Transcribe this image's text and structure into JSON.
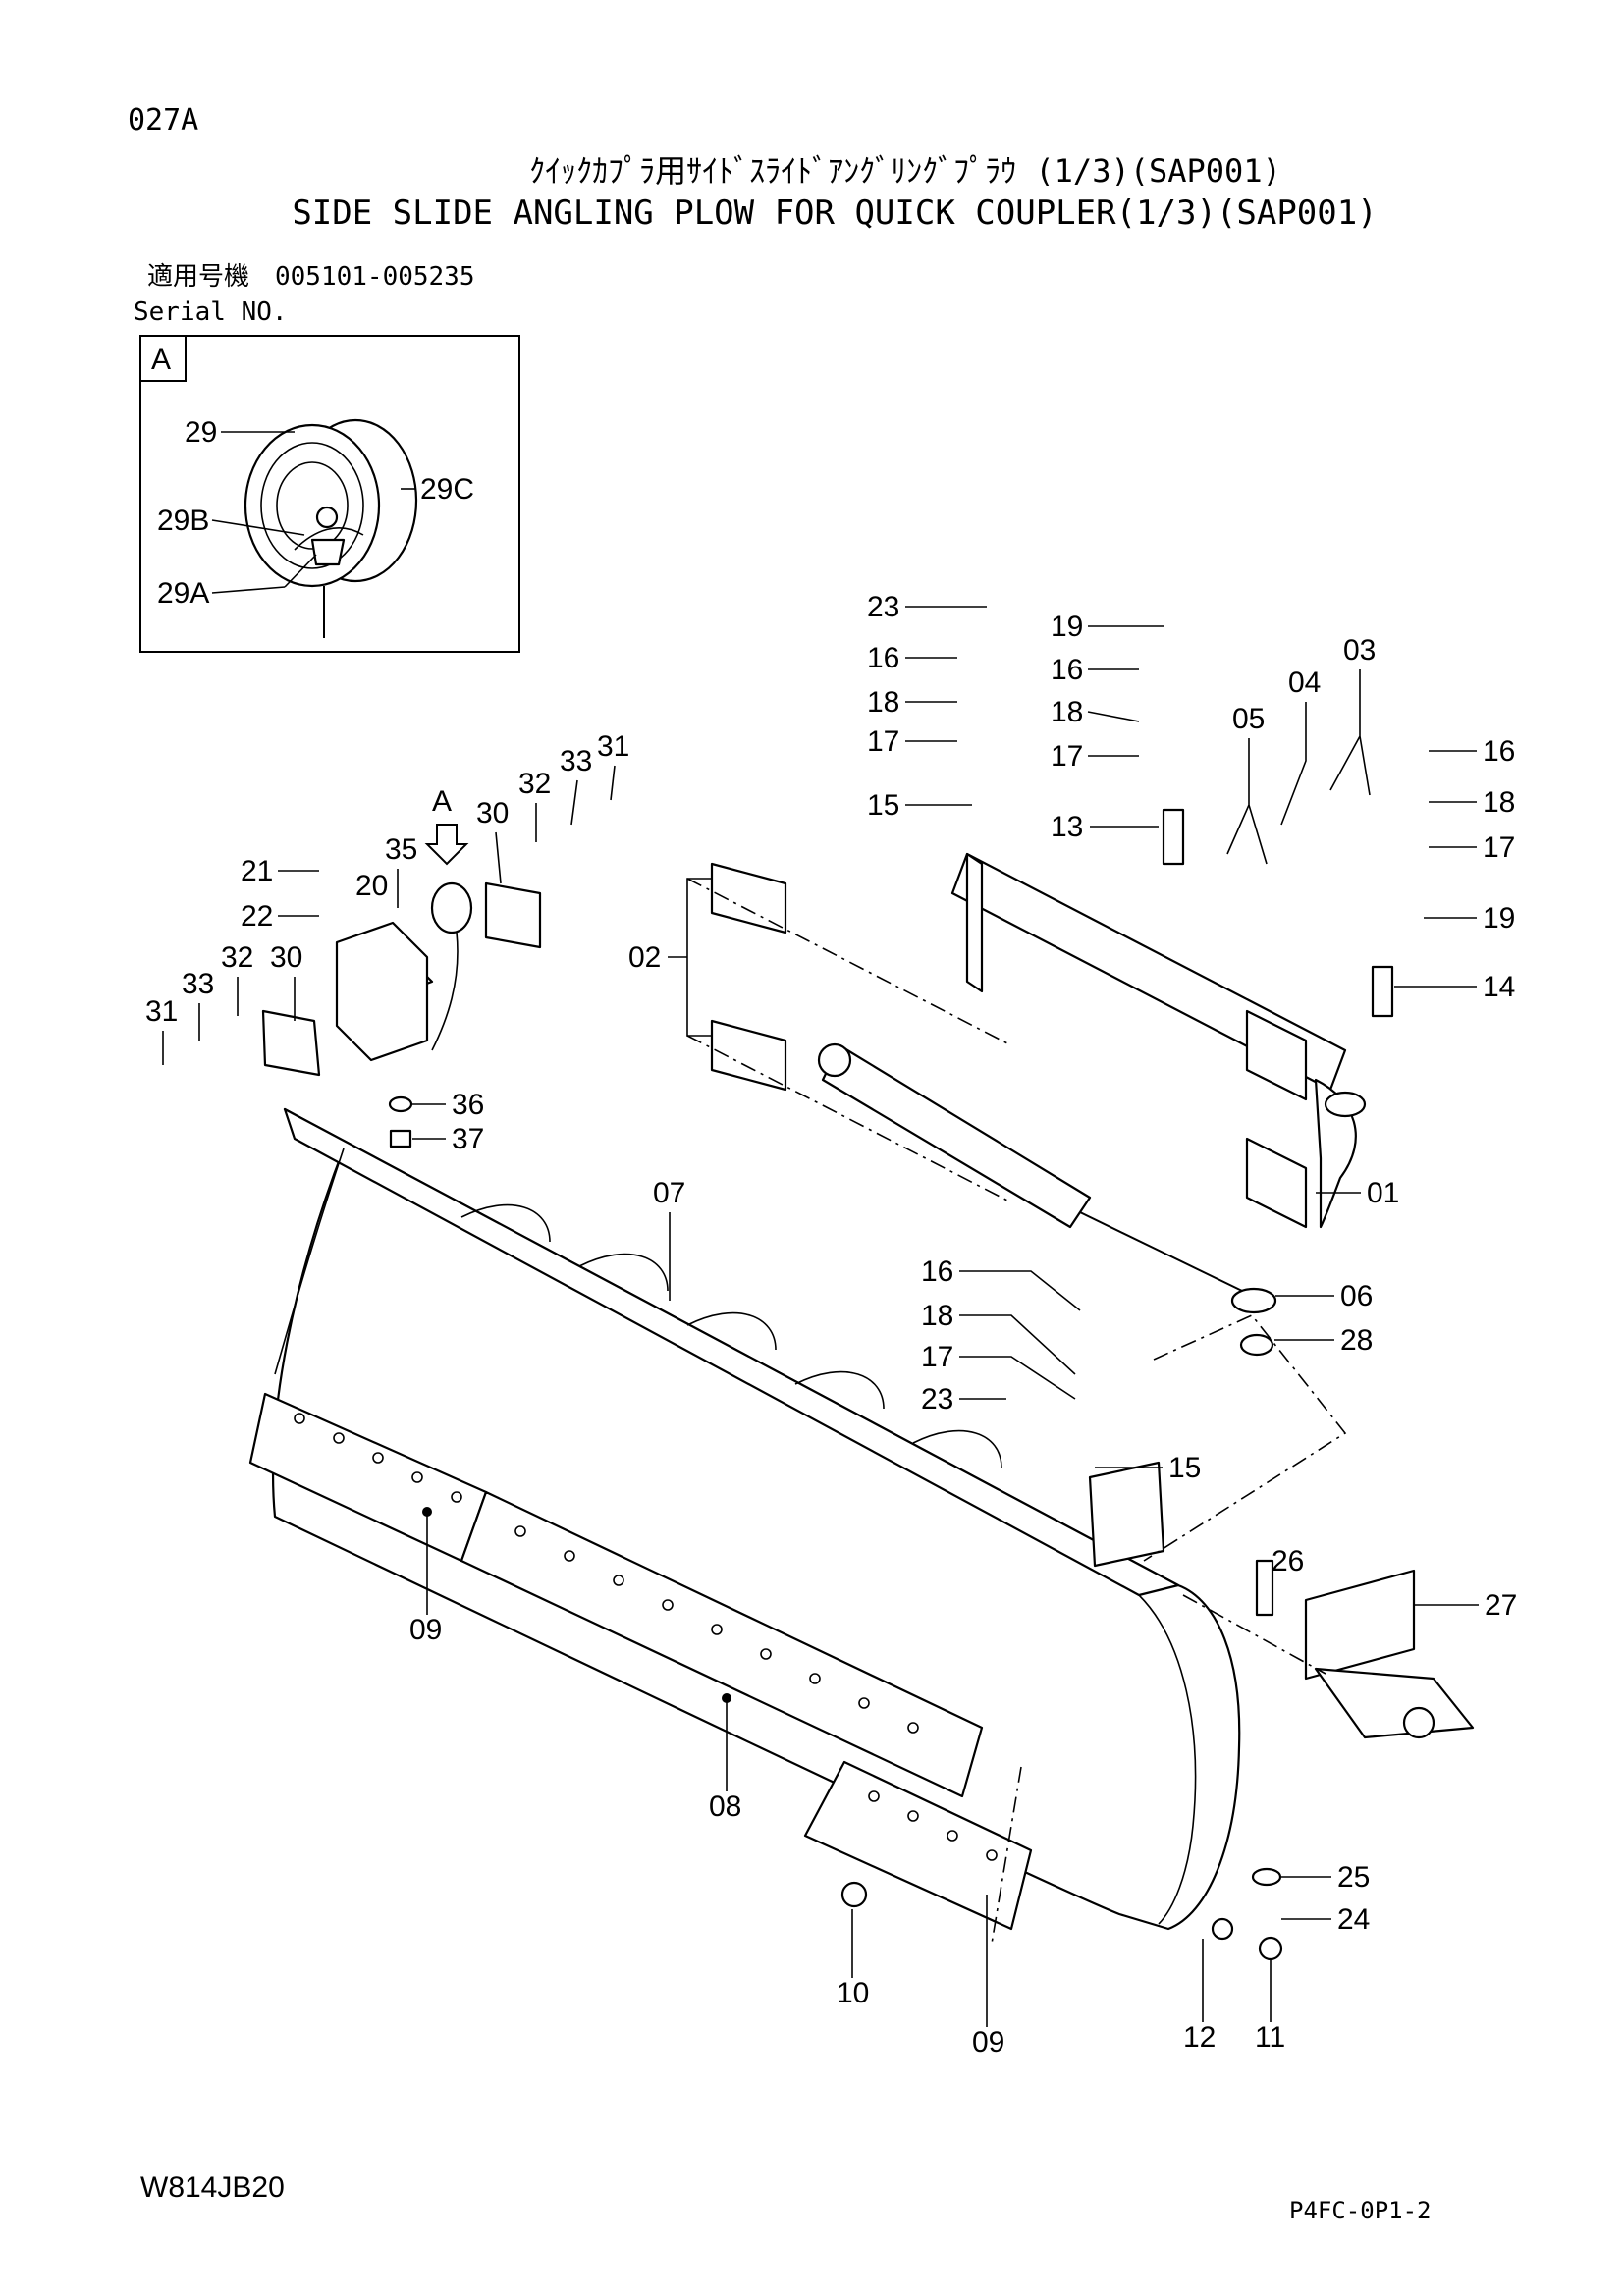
{
  "header": {
    "page_code": "027A",
    "title_jp": "ｸｲｯｸｶﾌﾟﾗ用ｻｲﾄﾞｽﾗｲﾄﾞｱﾝｸﾞﾘﾝｸﾞﾌﾟﾗｳ (1/3)(SAP001)",
    "title_en": "SIDE SLIDE ANGLING PLOW FOR QUICK COUPLER(1/3)(SAP001)",
    "serial_label_jp": "適用号機",
    "serial_range": "005101-005235",
    "serial_label_en": "Serial NO."
  },
  "detail": {
    "label": "A",
    "callouts": [
      "29",
      "29C",
      "29B",
      "29A"
    ]
  },
  "view_marker": "A",
  "callouts": {
    "c01": "01",
    "c02": "02",
    "c03": "03",
    "c04": "04",
    "c05": "05",
    "c06": "06",
    "c07": "07",
    "c08": "08",
    "c09a": "09",
    "c09b": "09",
    "c10": "10",
    "c11": "11",
    "c12": "12",
    "c13": "13",
    "c14": "14",
    "c15a": "15",
    "c15b": "15",
    "c16a": "16",
    "c16b": "16",
    "c16c": "16",
    "c16d": "16",
    "c17a": "17",
    "c17b": "17",
    "c17c": "17",
    "c17d": "17",
    "c18a": "18",
    "c18b": "18",
    "c18c": "18",
    "c18d": "18",
    "c19a": "19",
    "c19b": "19",
    "c20": "20",
    "c21": "21",
    "c22": "22",
    "c23a": "23",
    "c23b": "23",
    "c24": "24",
    "c25": "25",
    "c26": "26",
    "c27": "27",
    "c28": "28",
    "c30a": "30",
    "c30b": "30",
    "c31a": "31",
    "c31b": "31",
    "c32a": "32",
    "c32b": "32",
    "c33a": "33",
    "c33b": "33",
    "c35": "35",
    "c36": "36",
    "c37": "37"
  },
  "footer": {
    "drawing_no": "W814JB20",
    "sheet_code": "P4FC-0P1-2"
  }
}
